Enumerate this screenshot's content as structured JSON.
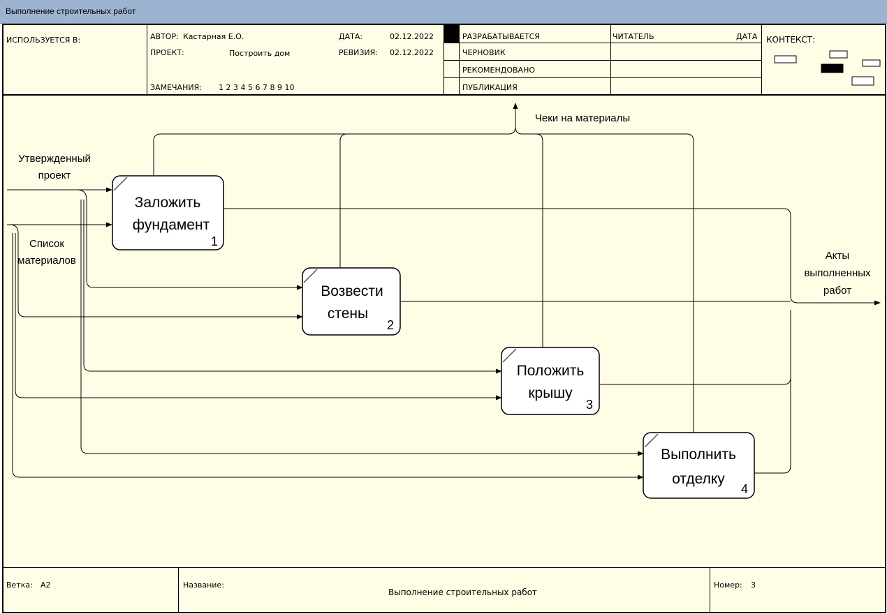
{
  "window": {
    "title": "Выполнение строительных работ"
  },
  "header": {
    "used_in": "ИСПОЛЬЗУЕТСЯ В:",
    "author_label": "АВТОР:",
    "author": "Кастарная Е.О.",
    "project_label": "ПРОЕКТ:",
    "project": "Построить дом",
    "notes_label": "ЗАМЕЧАНИЯ:",
    "notes": "1 2 3 4 5 6 7 8 9 10",
    "date_label": "ДАТА:",
    "date": "02.12.2022",
    "revision_label": "РЕВИЗИЯ:",
    "revision": "02.12.2022",
    "status": [
      "РАЗРАБАТЫВАЕТСЯ",
      "ЧЕРНОВИК",
      "РЕКОМЕНДОВАНО",
      "ПУБЛИКАЦИЯ"
    ],
    "reader": "ЧИТАТЕЛЬ",
    "reader_date": "ДАТА",
    "context": "КОНТЕКСТ:"
  },
  "diagram": {
    "boxes": [
      {
        "name": "box-1",
        "line1": "Заложить",
        "line2": "фундамент",
        "num": "1"
      },
      {
        "name": "box-2",
        "line1": "Возвести",
        "line2": "стены",
        "num": "2"
      },
      {
        "name": "box-3",
        "line1": "Положить",
        "line2": "крышу",
        "num": "3"
      },
      {
        "name": "box-4",
        "line1": "Выполнить",
        "line2": "отделку",
        "num": "4"
      }
    ],
    "inputs": [
      {
        "line1": "Утвержденный",
        "line2": "проект"
      },
      {
        "line1": "Список",
        "line2": "материалов"
      }
    ],
    "output_top": "Чеки на материалы",
    "output_right": [
      "Акты",
      "выполненных",
      "работ"
    ]
  },
  "footer": {
    "node_label": "Ветка:",
    "node": "A2",
    "title_label": "Название:",
    "title": "Выполнение строительных работ",
    "number_label": "Номер:",
    "number": "3"
  }
}
